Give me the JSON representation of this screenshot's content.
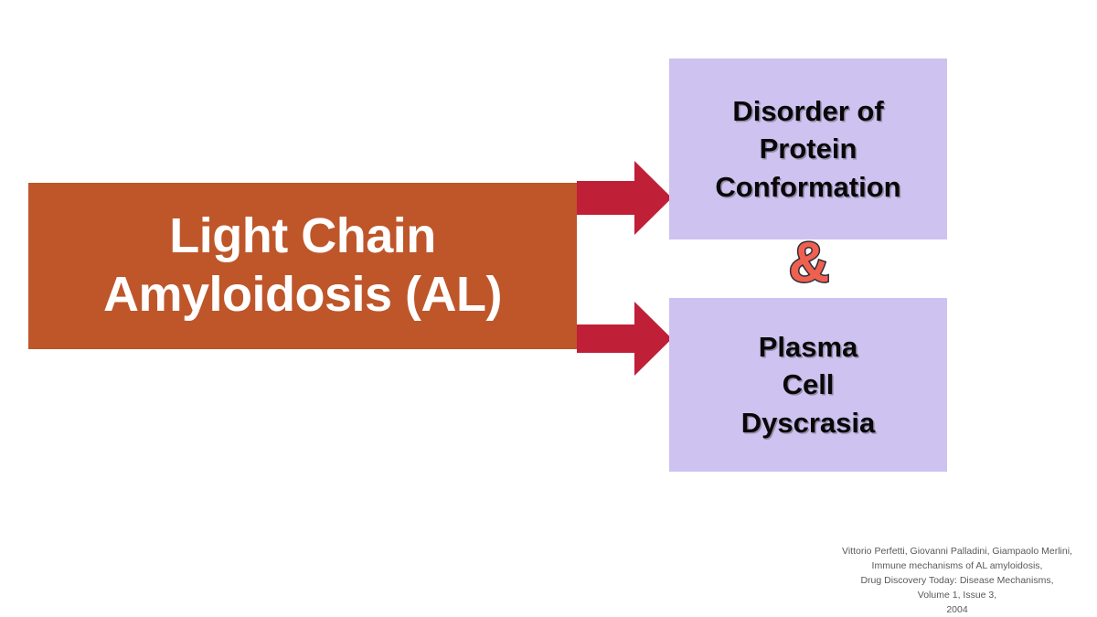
{
  "slide": {
    "background_color": "#ffffff",
    "source": {
      "label": "Light Chain Amyloidosis (AL)",
      "lines": [
        "Light Chain",
        "Amyloidosis (AL)"
      ],
      "fill_color": "#BE562A",
      "text_color": "#ffffff"
    },
    "connector": {
      "symbol": "&",
      "color": "#F0604F",
      "outline_color": "#2E2E3A"
    },
    "arrows": {
      "color": "#C01F38",
      "top_label": "arrow-to-disorder-of-protein-conformation",
      "bottom_label": "arrow-to-plasma-cell-dyscrasia"
    },
    "targets": [
      {
        "id": "disorder-of-protein-conformation",
        "label": "Disorder of Protein Conformation",
        "lines": [
          "Disorder of",
          "Protein",
          "Conformation"
        ],
        "fill_color": "#CEC2F0",
        "text_color": "#080808"
      },
      {
        "id": "plasma-cell-dyscrasia",
        "label": "Plasma Cell Dyscrasia",
        "lines": [
          "Plasma",
          "Cell",
          "Dyscrasia"
        ],
        "fill_color": "#CEC2F0",
        "text_color": "#080808"
      }
    ],
    "citation": {
      "lines": [
        "Vittorio Perfetti, Giovanni Palladini, Giampaolo Merlini,",
        "Immune mechanisms of AL amyloidosis,",
        "Drug Discovery Today: Disease Mechanisms,",
        "Volume 1, Issue 3,",
        "2004"
      ],
      "authors": "Vittorio Perfetti, Giovanni Palladini, Giampaolo Merlini,",
      "title": "Immune mechanisms of AL amyloidosis,",
      "journal": "Drug Discovery Today: Disease Mechanisms,",
      "volume": "Volume 1, Issue 3,",
      "year": "2004",
      "text_color": "#595959"
    }
  }
}
